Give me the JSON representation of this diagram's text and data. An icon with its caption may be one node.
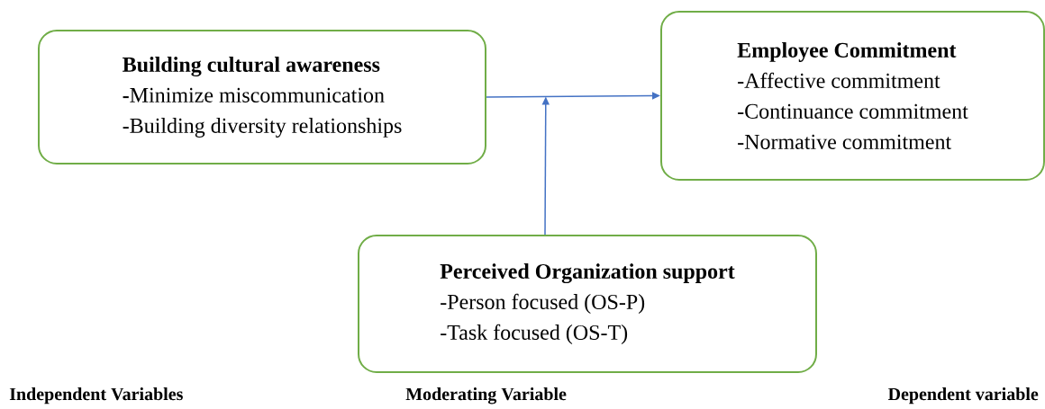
{
  "diagram": {
    "nodes": [
      {
        "text": [
          "Building cultural awareness",
          "**-**Minimize miscommunication",
          "-Building diversity relationships"
        ]
      },
      {
        "text": [
          "Employee Commitment",
          "-Affective commitment",
          "-Continuance commitment",
          "-Normative commitment"
        ]
      },
      {
        "text": [
          "Perceived Organization support",
          "-Person focused (OS-P)",
          "-Task focused (OS-T)"
        ]
      }
    ],
    "edges": [
      {
        "from": 0,
        "to": 1,
        "arrow": "to"
      },
      {
        "from": 2,
        "to": null,
        "arrow": "to"
      }
    ],
    "labels": [
      "Independent Variables",
      "Moderating Variable",
      "Dependent variable"
    ]
  }
}
